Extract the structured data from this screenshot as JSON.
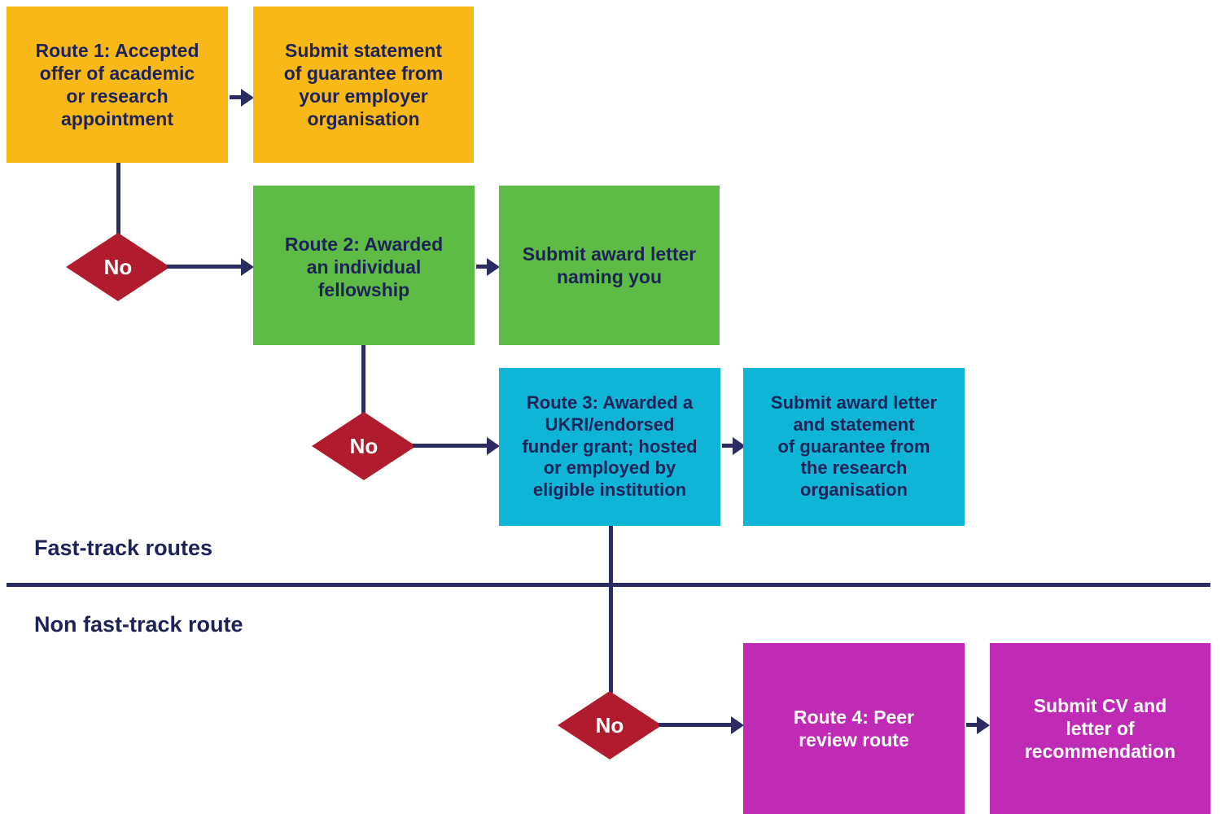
{
  "diagram": {
    "title_visible": false,
    "background": "#ffffff",
    "colors": {
      "route1": "#F8B817",
      "route2": "#5DBB46",
      "route3": "#0FB5D6",
      "route4": "#BF2BB5",
      "decision": "#B01C2E",
      "connector": "#2b2d62",
      "dark_text": "#1d2257",
      "light_text": "#ffffff"
    },
    "sections": [
      {
        "id": "fast-track",
        "label": "Fast-track routes"
      },
      {
        "id": "non-fast-track",
        "label": "Non fast-track route"
      }
    ],
    "decisions": [
      {
        "id": "no-1",
        "label": "No"
      },
      {
        "id": "no-2",
        "label": "No"
      },
      {
        "id": "no-3",
        "label": "No"
      }
    ],
    "nodes": [
      {
        "id": "route-1",
        "label": "Route 1: Accepted\noffer of academic\nor research\nappointment",
        "color": "#F8B817",
        "text_color": "#1d2257"
      },
      {
        "id": "route-1-action",
        "label": "Submit statement\nof guarantee from\nyour employer\norganisation",
        "color": "#F8B817",
        "text_color": "#1d2257"
      },
      {
        "id": "route-2",
        "label": "Route 2: Awarded\nan individual\nfellowship",
        "color": "#5DBB46",
        "text_color": "#1d2257"
      },
      {
        "id": "route-2-action",
        "label": "Submit award letter\nnaming you",
        "color": "#5DBB46",
        "text_color": "#1d2257"
      },
      {
        "id": "route-3",
        "label": "Route 3: Awarded a\nUKRI/endorsed\nfunder grant; hosted\nor employed by\neligible institution",
        "color": "#0FB5D6",
        "text_color": "#1d2257"
      },
      {
        "id": "route-3-action",
        "label": "Submit award letter\nand statement\nof guarantee from\nthe research\norganisation",
        "color": "#0FB5D6",
        "text_color": "#1d2257"
      },
      {
        "id": "route-4",
        "label": "Route 4: Peer\nreview route",
        "color": "#BF2BB5",
        "text_color": "#ffffff"
      },
      {
        "id": "route-4-action",
        "label": "Submit CV and\nletter of\nrecommendation",
        "color": "#BF2BB5",
        "text_color": "#ffffff"
      }
    ]
  }
}
